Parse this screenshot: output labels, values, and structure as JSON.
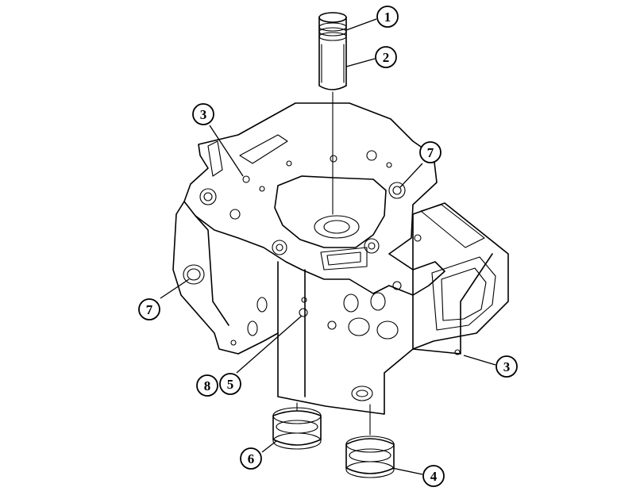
{
  "callouts": [
    {
      "label": "1"
    },
    {
      "label": "2"
    },
    {
      "label": "3"
    },
    {
      "label": "7"
    },
    {
      "label": "7"
    },
    {
      "label": "3"
    },
    {
      "label": "8"
    },
    {
      "label": "5"
    },
    {
      "label": "6"
    },
    {
      "label": "4"
    }
  ]
}
